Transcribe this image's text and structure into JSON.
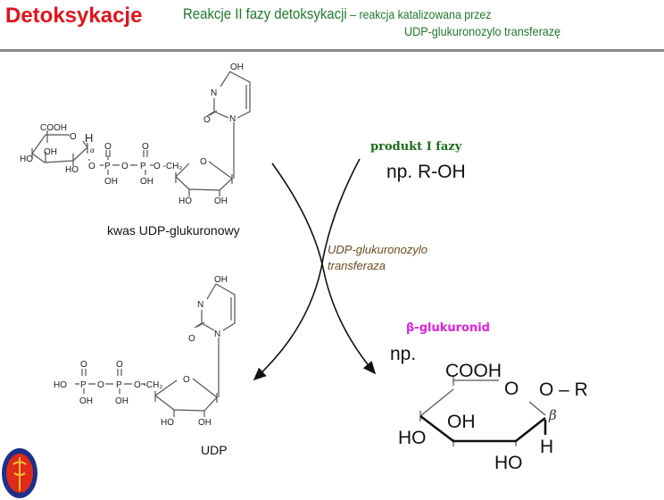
{
  "header": {
    "title": "Detoksykacje",
    "subtitle_main": "Reakcje II fazy detoksykacji",
    "subtitle_rest": " – reakcja katalizowana przez",
    "subtitle_line2": "UDP-glukuronozylo transferazę"
  },
  "substrate": {
    "name": "kwas UDP-glukuronowy",
    "atoms": {
      "oh_top": "OH",
      "n3": "N",
      "n1": "N",
      "o2": "O",
      "ring_o": "O",
      "ch2": "O -CH₂",
      "ho_rib": "HO",
      "oh_rib": "OH",
      "cooh": "COOH",
      "o_glc": "O",
      "h": "H",
      "alpha": "α",
      "oh_glc": "OH",
      "ho_glc1": "HO",
      "ho_glc2": "HO",
      "o_link": "O",
      "p1": "P",
      "o_mid": "O",
      "p2": "P",
      "o_p1": "O",
      "o_p2": "O",
      "oh_p1": "OH",
      "oh_p2": "OH"
    }
  },
  "enzyme": {
    "line1": "UDP-glukuronozylo",
    "line2": "transferaza"
  },
  "phase1": {
    "label": "produkt I fazy",
    "example": "np. R-OH"
  },
  "udp": {
    "name": "UDP",
    "atoms": {
      "oh_top": "OH",
      "n3": "N",
      "n1": "N",
      "o2": "O",
      "ring_o": "O",
      "ho_p": "HO",
      "p1": "P",
      "o_mid": "O",
      "p2": "P",
      "o_ch2": "O -CH₂",
      "o_p1": "O",
      "o_p2": "O",
      "oh_p1": "OH",
      "oh_p2": "OH",
      "ho_rib": "HO",
      "oh_rib": "OH"
    }
  },
  "product": {
    "label": "β-glukuronid",
    "np": "np.",
    "atoms": {
      "cooh": "COOH",
      "ring_o": "O",
      "or": "O – R",
      "beta": "β",
      "ho1": "HO",
      "oh": "OH",
      "ho2": "HO",
      "h": "H"
    }
  },
  "colors": {
    "title": "#e0141c",
    "subtitle": "#1f7a2a",
    "phase1": "#1a6b1a",
    "product": "#e020e0",
    "enzyme": "#6b4a1e"
  }
}
